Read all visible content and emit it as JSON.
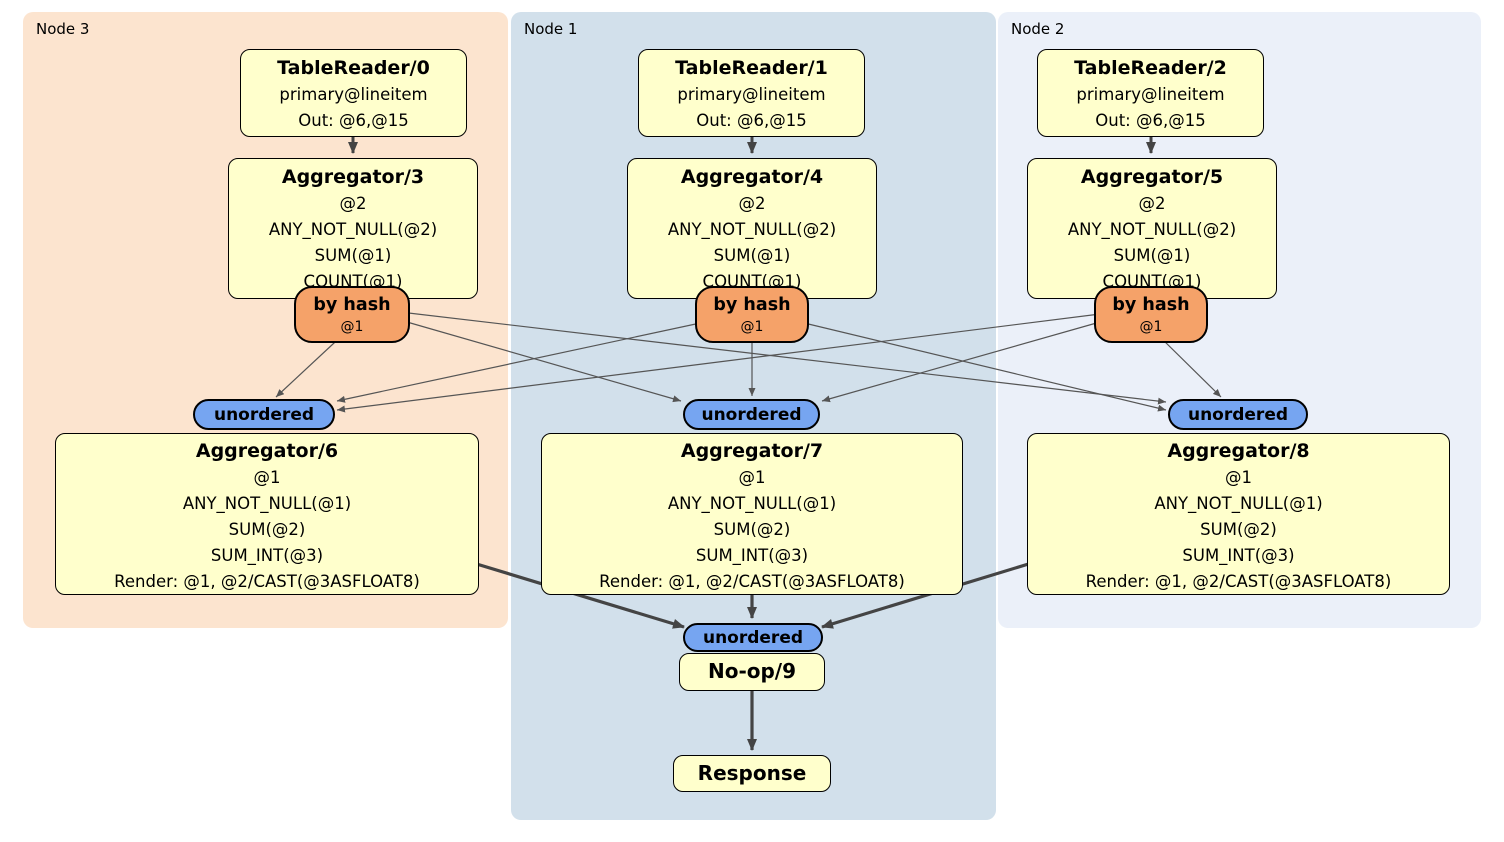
{
  "groups": [
    {
      "label": "Node 3",
      "color": "#FCE4CF"
    },
    {
      "label": "Node 1",
      "color": "#D2E0EB"
    },
    {
      "label": "Node 2",
      "color": "#EBF0F9"
    }
  ],
  "processors": {
    "tr0": {
      "title": "TableReader/0",
      "lines": [
        "primary@lineitem",
        "Out: @6,@15"
      ]
    },
    "tr1": {
      "title": "TableReader/1",
      "lines": [
        "primary@lineitem",
        "Out: @6,@15"
      ]
    },
    "tr2": {
      "title": "TableReader/2",
      "lines": [
        "primary@lineitem",
        "Out: @6,@15"
      ]
    },
    "agg3": {
      "title": "Aggregator/3",
      "lines": [
        "@2",
        "ANY_NOT_NULL(@2)",
        "SUM(@1)",
        "COUNT(@1)"
      ]
    },
    "agg4": {
      "title": "Aggregator/4",
      "lines": [
        "@2",
        "ANY_NOT_NULL(@2)",
        "SUM(@1)",
        "COUNT(@1)"
      ]
    },
    "agg5": {
      "title": "Aggregator/5",
      "lines": [
        "@2",
        "ANY_NOT_NULL(@2)",
        "SUM(@1)",
        "COUNT(@1)"
      ]
    },
    "agg6": {
      "title": "Aggregator/6",
      "lines": [
        "@1",
        "ANY_NOT_NULL(@1)",
        "SUM(@2)",
        "SUM_INT(@3)",
        "Render: @1, @2/CAST(@3ASFLOAT8)"
      ]
    },
    "agg7": {
      "title": "Aggregator/7",
      "lines": [
        "@1",
        "ANY_NOT_NULL(@1)",
        "SUM(@2)",
        "SUM_INT(@3)",
        "Render: @1, @2/CAST(@3ASFLOAT8)"
      ]
    },
    "agg8": {
      "title": "Aggregator/8",
      "lines": [
        "@1",
        "ANY_NOT_NULL(@1)",
        "SUM(@2)",
        "SUM_INT(@3)",
        "Render: @1, @2/CAST(@3ASFLOAT8)"
      ]
    },
    "noop": {
      "title": "No-op/9"
    },
    "response": {
      "title": "Response"
    }
  },
  "routers": {
    "bh3": {
      "label": "by hash",
      "detail": "@1"
    },
    "bh1": {
      "label": "by hash",
      "detail": "@1"
    },
    "bh2": {
      "label": "by hash",
      "detail": "@1"
    }
  },
  "streams": {
    "un3": {
      "label": "unordered"
    },
    "un1": {
      "label": "unordered"
    },
    "un2": {
      "label": "unordered"
    },
    "un_final": {
      "label": "unordered"
    }
  },
  "colors": {
    "processor_fill": "#FFFFCC",
    "router_fill": "#F5A269",
    "stream_fill": "#76A5F1",
    "thin_edge": "#555555",
    "thick_edge": "#444444",
    "node3_bg": "#FCE4CF",
    "node1_bg": "#D2E0EB",
    "node2_bg": "#EBF0F9"
  },
  "edges": [
    {
      "from": "TableReader/0",
      "to": "Aggregator/3",
      "style": "thick"
    },
    {
      "from": "TableReader/1",
      "to": "Aggregator/4",
      "style": "thick"
    },
    {
      "from": "TableReader/2",
      "to": "Aggregator/5",
      "style": "thick"
    },
    {
      "from": "by hash @1 (Node 3)",
      "to": "unordered (Node 3)",
      "style": "thin"
    },
    {
      "from": "by hash @1 (Node 3)",
      "to": "unordered (Node 1)",
      "style": "thin"
    },
    {
      "from": "by hash @1 (Node 3)",
      "to": "unordered (Node 2)",
      "style": "thin"
    },
    {
      "from": "by hash @1 (Node 1)",
      "to": "unordered (Node 3)",
      "style": "thin"
    },
    {
      "from": "by hash @1 (Node 1)",
      "to": "unordered (Node 1)",
      "style": "thin"
    },
    {
      "from": "by hash @1 (Node 1)",
      "to": "unordered (Node 2)",
      "style": "thin"
    },
    {
      "from": "by hash @1 (Node 2)",
      "to": "unordered (Node 3)",
      "style": "thin"
    },
    {
      "from": "by hash @1 (Node 2)",
      "to": "unordered (Node 1)",
      "style": "thin"
    },
    {
      "from": "by hash @1 (Node 2)",
      "to": "unordered (Node 2)",
      "style": "thin"
    },
    {
      "from": "Aggregator/6",
      "to": "unordered (final)",
      "style": "thick"
    },
    {
      "from": "Aggregator/7",
      "to": "unordered (final)",
      "style": "thick"
    },
    {
      "from": "Aggregator/8",
      "to": "unordered (final)",
      "style": "thick"
    },
    {
      "from": "No-op/9",
      "to": "Response",
      "style": "thick"
    }
  ]
}
